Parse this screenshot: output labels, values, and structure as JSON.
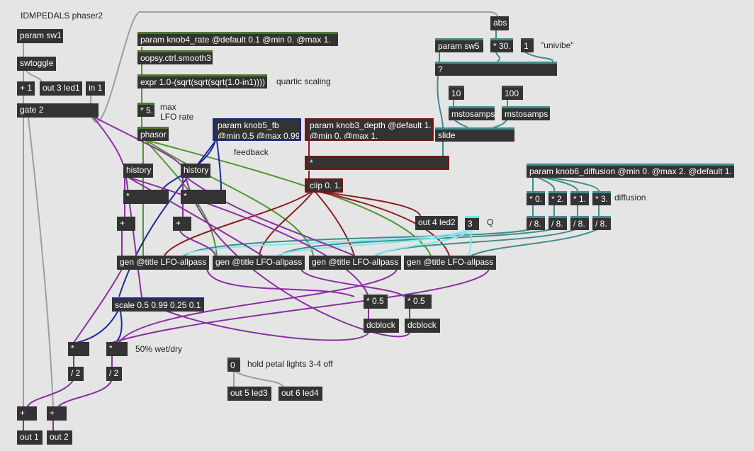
{
  "patcher_title": "IDMPEDALS phaser2",
  "objects": {
    "param_sw1": "param sw1",
    "swtoggle": "swtoggle",
    "plus1": "+ 1",
    "out3": "out 3 led1",
    "in1": "in 1",
    "gate2": "gate 2",
    "knob4": "param knob4_rate @default 0.1 @min 0. @max 1.",
    "smooth3": "oopsy.ctrl.smooth3",
    "expr": "expr 1.0-(sqrt(sqrt(sqrt(1.0-in1))))",
    "times5": "* 5.",
    "phasor": "phasor",
    "knob5": "param knob5_fb\n@min 0.5 @max 0.99",
    "knob3": "param knob3_depth @default 1.\n@min 0. @max 1.",
    "history1": "history",
    "history2": "history",
    "mul_a": "*",
    "mul_b": "*",
    "add_a": "+",
    "add_b": "+",
    "depth_mul": "*",
    "clip": "clip 0. 1.",
    "abs": "abs",
    "param_sw5": "param sw5",
    "times30": "* 30.",
    "one": "1",
    "select": "?",
    "ten": "10",
    "hundred": "100",
    "mstosamps1": "mstosamps",
    "mstosamps2": "mstosamps",
    "slide": "slide",
    "knob6": "param knob6_diffusion @min 0. @max 2. @default 1.",
    "d0": "* 0.",
    "d2": "* 2.",
    "d1": "* 1.",
    "d3": "* 3.",
    "div1": "/ 8.",
    "div2": "/ 8.",
    "div3": "/ 8.",
    "div4": "/ 8.",
    "out4": "out 4 led2",
    "q": "3",
    "gen1": "gen @title LFO-allpass",
    "gen2": "gen @title LFO-allpass",
    "gen3": "gen @title LFO-allpass",
    "gen4": "gen @title LFO-allpass",
    "half1": "* 0.5",
    "half2": "* 0.5",
    "dcblock1": "dcblock",
    "dcblock2": "dcblock",
    "scale": "scale 0.5 0.99 0.25 0.1",
    "wet1": "*",
    "wet2": "*",
    "div2a": "/ 2",
    "div2b": "/ 2",
    "zero": "0",
    "out5": "out 5 led3",
    "out6": "out 6 led4",
    "sum1": "+",
    "sum2": "+",
    "out1": "out 1",
    "out2": "out 2"
  },
  "comments": {
    "quartic": "quartic scaling",
    "max_lfo": "max\nLFO rate",
    "feedback": "feedback",
    "univibe": "\"univibe\"",
    "diffusion": "diffusion",
    "q_label": "Q",
    "wetdry": "50% wet/dry",
    "hold": "hold petal lights 3-4 off"
  },
  "colors": {
    "background": "#e5e5e5",
    "object": "#333333",
    "signal_green": "#4b9a2c",
    "signal_purple": "#8a2f9e",
    "signal_darkred": "#8c1e1e",
    "signal_navy": "#1c2a9d",
    "signal_teal": "#3f8c8c",
    "signal_cyan": "#7fe8ee",
    "control_grey": "#a0a0a0"
  }
}
